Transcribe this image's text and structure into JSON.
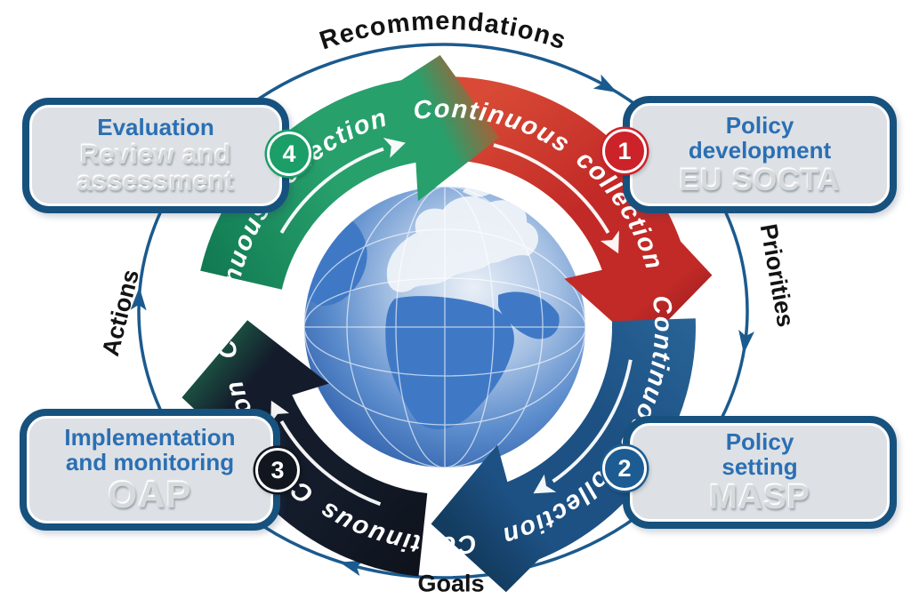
{
  "outer_labels": {
    "top": "Recommendations",
    "right": "Priorities",
    "bottom": "Goals",
    "left": "Actions"
  },
  "arc_phrases": [
    "Continuous collection",
    "Continuous collection",
    "Continuous Collection",
    "Continuous collection"
  ],
  "stages": [
    {
      "num": "1",
      "title_line1": "Policy",
      "title_line2": "development",
      "subtitle_line1": "EU SOCTA",
      "subtitle_line2": "",
      "badge_color": "#cc2229",
      "arc_color_start": "#d84a35",
      "arc_color_mid": "#c22a27",
      "arc_color_end": "#8f1a1e"
    },
    {
      "num": "2",
      "title_line1": "Policy",
      "title_line2": "setting",
      "subtitle_line1": "MASP",
      "subtitle_line2": "",
      "badge_color": "#1d5c92",
      "arc_color_start": "#2a6699",
      "arc_color_mid": "#1d5184",
      "arc_color_end": "#133c60"
    },
    {
      "num": "3",
      "title_line1": "Implementation",
      "title_line2": "and monitoring",
      "subtitle_line1": "OAP",
      "subtitle_line2": "",
      "badge_color": "#11161f",
      "arc_color_start": "#0d1119",
      "arc_color_mid": "#141c2b",
      "arc_color_end": "#1f6a4e"
    },
    {
      "num": "4",
      "title_line1": "Evaluation",
      "title_line2": "",
      "subtitle_line1": "Review and",
      "subtitle_line2": "assessment",
      "badge_color": "#1b9e67",
      "arc_color_start": "#117a52",
      "arc_color_mid": "#27a06c",
      "arc_color_end": "#d14a26"
    }
  ],
  "colors": {
    "background": "#ffffff",
    "outer_ring": "#1b5a8e",
    "outer_label_text": "#131313",
    "box_border": "#17517e",
    "box_fill": "#dde1e5",
    "title_text": "#2b6fb4",
    "subtitle_text": "#d6dadd",
    "arc_text": "#ffffff",
    "flow_arrow": "#ffffff",
    "globe_ocean_center": "#e9eff7",
    "globe_ocean_mid": "#a8c2e4",
    "globe_ocean_deep": "#5b8ccc",
    "globe_ocean_edge": "#2a5aa6",
    "globe_land": "#3f79c6",
    "globe_land_light": "#eef2f8",
    "globe_grid": "#ffffff"
  }
}
